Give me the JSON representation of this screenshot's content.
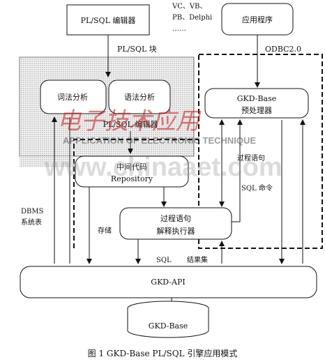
{
  "nodes": {
    "plsql_editor": "PL/SQL 编辑器",
    "vc_vb": "VC、VB、",
    "pb_delphi": "PB、Delphi",
    "ellipsis": "……",
    "app": "应用程序",
    "lexical": "词法分析",
    "syntax": "语法分析",
    "plsql_editor_inner": "PL/SQL 编辑器",
    "gkd_base_pre_1": "GKD-Base",
    "gkd_base_pre_2": "预处理器",
    "intermediate_1": "中间代码",
    "intermediate_2": "Repository",
    "interp_1": "过程语句",
    "interp_2": "解释执行器",
    "gkd_api": "GKD-API",
    "gkd_base_db": "GKD-Base"
  },
  "edges": {
    "plsql_block": "PL/SQL 块",
    "odbc": "ODBC2.0",
    "proc_stmt": "过程语句",
    "sql_cmd": "SQL 命令",
    "dbms_1": "DBMS",
    "dbms_2": "系统表",
    "store": "存储",
    "sql": "SQL",
    "result": "结果集"
  },
  "caption": "图 1  GKD-Base PL/SQL 引擎应用模式",
  "watermark": {
    "brand": "电子技术应用",
    "en": "APPLICATION OF ELECTRONIC TECHNIQUE",
    "url": "www.chinaaet.com"
  }
}
